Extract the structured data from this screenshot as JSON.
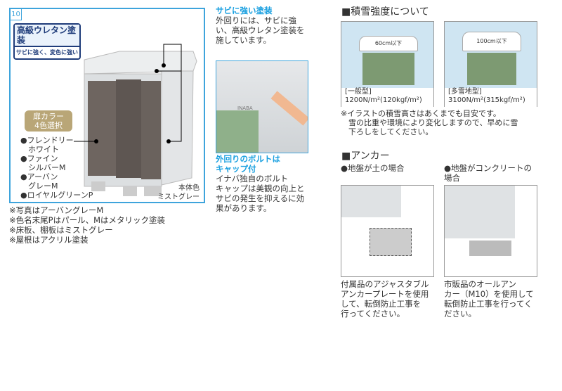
{
  "left": {
    "number": "10",
    "badge_title": "高級ウレタン塗装",
    "badge_sub": "サビに強く、変色に強い",
    "door_label": [
      "扉カラー",
      "4色選択"
    ],
    "colors": [
      "●フレンドリー",
      "　ホワイト",
      "●ファイン",
      "　シルバーM",
      "●アーバン",
      "　グレーM",
      "●ロイヤルグリーンP"
    ],
    "body_color": [
      "本体色",
      "ミストグレー"
    ],
    "notes": [
      "※写真はアーバングレーM",
      "※色名末尾Pはパール、Mはメタリック塗装",
      "※床板、棚板はミストグレー",
      "※屋根はアクリル塗装"
    ]
  },
  "mid": {
    "title1": "サビに強い塗装",
    "text1": [
      "外回りには、サビに強",
      "い、高級ウレタン塗装を",
      "施しています。"
    ],
    "photo_brand": "INABA",
    "title2": [
      "外回りのボルトは",
      "キャップ付"
    ],
    "text2": [
      "イナバ独自のボルト",
      "キャップは美観の向上と",
      "サビの発生を抑えるに効",
      "果があります。"
    ]
  },
  "snow": {
    "heading": "■積雪強度について",
    "cards": [
      {
        "height": "60cm以下",
        "type": "[一般型]",
        "value": "1200N/m²(120kgf/m²)"
      },
      {
        "height": "100cm以下",
        "type": "[多雪地型]",
        "value": "3100N/m²(315kgf/m²)"
      }
    ],
    "note": [
      "※イラストの積雪高さはあくまでも目安です。",
      "　雪の比重や環境により変化しますので、早めに雪",
      "　下ろしをしてください。"
    ]
  },
  "anchor": {
    "heading": "■アンカー",
    "cases": [
      {
        "title": [
          "●地盤が土の場合"
        ],
        "text": [
          "付属品のアジャスタブル",
          "アンカープレートを使用",
          "して、転倒防止工事を",
          "行ってください。"
        ]
      },
      {
        "title": [
          "●地盤がコンクリートの",
          "場合"
        ],
        "text": [
          "市販品のオールアン",
          "カー（M10）を使用して",
          "転倒防止工事を行ってく",
          "ださい。"
        ]
      }
    ]
  }
}
